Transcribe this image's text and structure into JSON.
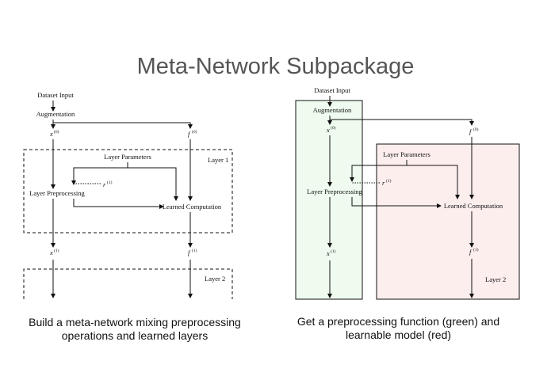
{
  "slide": {
    "title": "Meta-Network Subpackage",
    "left_caption": "Build a meta-network mixing preprocessing operations and learned layers",
    "right_caption": "Get a preprocessing function (green) and learnable model (red)"
  },
  "diagram": {
    "dataset_input": "Dataset Input",
    "augmentation": "Augmentation",
    "x_symbol": "x",
    "f_symbol": "f",
    "r_symbol": "r",
    "sup_0": "(0)",
    "sup_1": "(1)",
    "layer_parameters": "Layer Parameters",
    "layer_preprocessing": "Layer Preprocessing",
    "learned_computation": "Learned Computation",
    "layer1": "Layer 1",
    "layer2": "Layer 2"
  },
  "colors": {
    "green_fill": "#eefbee",
    "red_fill": "#fdeeee",
    "stroke": "#111111"
  }
}
